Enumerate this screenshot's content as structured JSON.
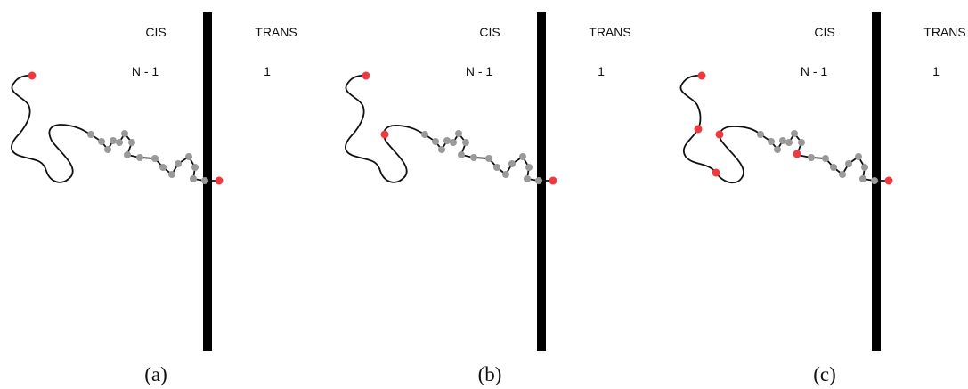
{
  "panels": [
    {
      "id": "a",
      "cis_label": "CIS",
      "trans_label": "TRANS",
      "cis_count": "N - 1",
      "trans_count": "1",
      "caption": "(a)",
      "highlighted_monomers": 2
    },
    {
      "id": "b",
      "cis_label": "CIS",
      "trans_label": "TRANS",
      "cis_count": "N - 1",
      "trans_count": "1",
      "caption": "(b)",
      "highlighted_monomers": 3
    },
    {
      "id": "c",
      "cis_label": "CIS",
      "trans_label": "TRANS",
      "cis_count": "N - 1",
      "trans_count": "1",
      "caption": "(c)",
      "highlighted_monomers": 6
    }
  ],
  "colors": {
    "membrane": "#000000",
    "chain": "#111111",
    "highlighted_monomer": "#f0393e",
    "bead": "#9a9a9a"
  }
}
